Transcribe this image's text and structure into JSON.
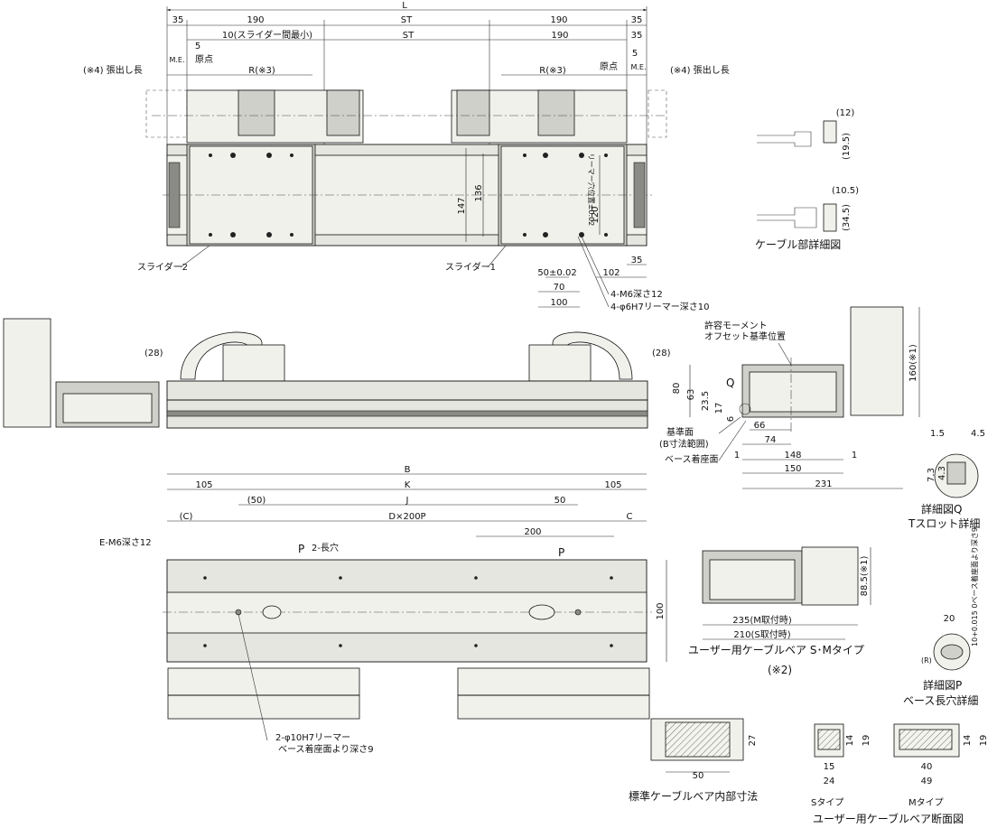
{
  "dimensions": {
    "L": "L",
    "d35": "35",
    "d190": "190",
    "ST": "ST",
    "d10_slider_gap": "10(スライダー間最小)",
    "d5": "5",
    "ME": "M.E.",
    "origin": "原点",
    "R3": "R(※3)",
    "overhang4": "(※4) 張出し長",
    "d136": "136",
    "d147": "147",
    "d120": "120",
    "reamer_pos": "リーマー穴位置±0.02",
    "d50tol": "50±0.02",
    "d70": "70",
    "d100": "100",
    "d102": "102",
    "m6_depth12": "4-M6深さ12",
    "phi6_reamer": "4-φ6H7リーマー深さ10",
    "d28": "(28)",
    "d80": "80",
    "d63": "63",
    "d23_5": "23.5",
    "d17": "17",
    "d6": "6",
    "d66": "66",
    "d74": "74",
    "d148": "148",
    "d1": "1",
    "d150": "150",
    "d231": "231",
    "d160": "160(※1)",
    "B": "B",
    "K": "K",
    "J": "J",
    "d105": "105",
    "p50": "(50)",
    "d50": "50",
    "C": "C",
    "Cp": "(C)",
    "Dx200P": "D×200P",
    "d200": "200",
    "em6": "E-M6深さ12",
    "P": "P",
    "p_slot": "2-長穴",
    "d_base100": "100",
    "reamer10": "2-φ10H7リーマー",
    "reamer10_depth": "ベース着座面より深さ9",
    "d88_5": "88.5(※1)",
    "d235": "235(M取付時)",
    "d210": "210(S取付時)",
    "d1_5": "1.5",
    "d4_5": "4.5",
    "d7_3": "7.3",
    "d4_3": "4.3",
    "d12p": "(12)",
    "d19_5": "(19.5)",
    "d10_5": "(10.5)",
    "d34_5": "(34.5)",
    "d20": "20",
    "Rp": "(R)",
    "tol10": "10+0.015 0ベース着座面より深さ9",
    "d27": "27",
    "d14": "14",
    "d19": "19",
    "d15": "15",
    "d24": "24",
    "d40": "40",
    "d49": "49"
  },
  "labels": {
    "slider2": "スライダー2",
    "slider1": "スライダー1",
    "Q": "Q",
    "moment_ref": "許容モーメント",
    "offset_ref": "オフセット基準位置",
    "ref_surface": "基準面",
    "b_range": "(B寸法範囲)",
    "base_seat": "ベース着座面"
  },
  "captions": {
    "cable_detail": "ケーブル部詳細図",
    "detail_q": "詳細図Q",
    "t_slot": "Tスロット詳細",
    "user_cablebear": "ユーザー用ケーブルベア S･Mタイプ",
    "note2": "(※2)",
    "detail_p": "詳細図P",
    "base_slot": "ベース長穴詳細",
    "std_cablebear": "標準ケーブルベア内部寸法",
    "s_type": "Sタイプ",
    "m_type": "Mタイプ",
    "user_section": "ユーザー用ケーブルベア断面図"
  }
}
